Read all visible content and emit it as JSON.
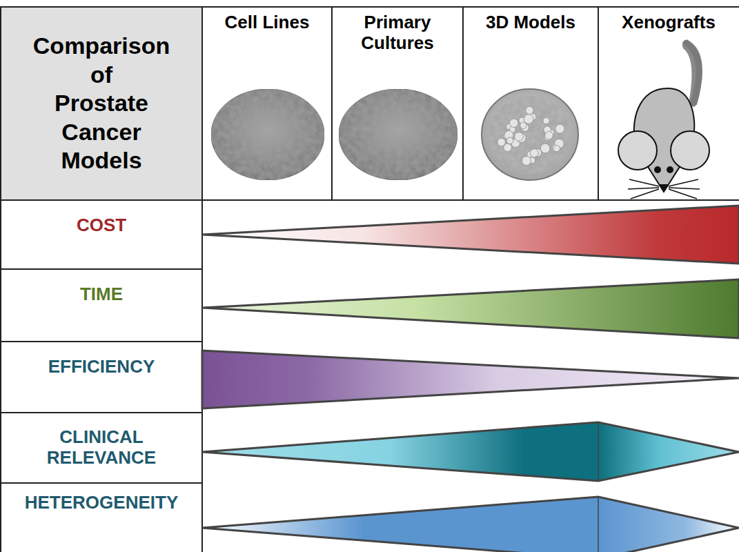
{
  "diagram": {
    "title": "Comparison of Prostate Cancer Models",
    "labels": [
      "Cell Lines",
      "Primary Cultures",
      "3D Models",
      "Xenografts",
      "COST",
      "TIME",
      "EFFICIENCY",
      "CLINICAL RELEVANCE",
      "HETEROGENEITY"
    ]
  }
}
